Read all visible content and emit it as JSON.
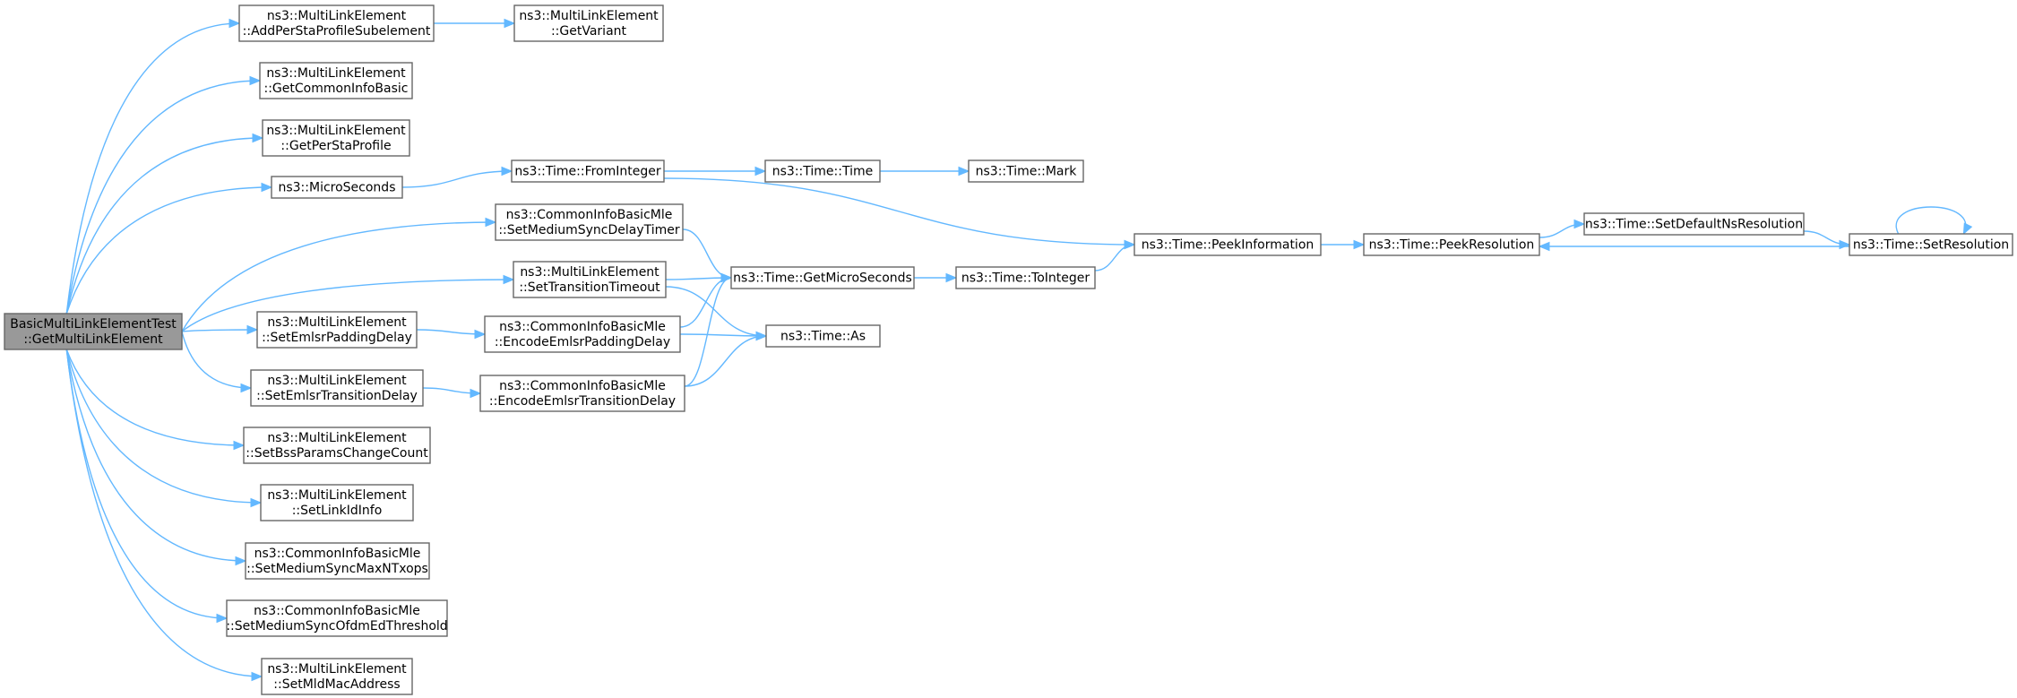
{
  "nodes": [
    {
      "id": "root",
      "lines": [
        "BasicMultiLinkElementTest",
        "::GetMultiLinkElement"
      ],
      "root": true
    },
    {
      "id": "addPerSta",
      "lines": [
        "ns3::MultiLinkElement",
        "::AddPerStaProfileSubelement"
      ]
    },
    {
      "id": "getVariant",
      "lines": [
        "ns3::MultiLinkElement",
        "::GetVariant"
      ]
    },
    {
      "id": "getCommon",
      "lines": [
        "ns3::MultiLinkElement",
        "::GetCommonInfoBasic"
      ]
    },
    {
      "id": "getPerSta",
      "lines": [
        "ns3::MultiLinkElement",
        "::GetPerStaProfile"
      ]
    },
    {
      "id": "micro",
      "lines": [
        "ns3::MicroSeconds"
      ]
    },
    {
      "id": "fromInt",
      "lines": [
        "ns3::Time::FromInteger"
      ]
    },
    {
      "id": "timeTime",
      "lines": [
        "ns3::Time::Time"
      ]
    },
    {
      "id": "mark",
      "lines": [
        "ns3::Time::Mark"
      ]
    },
    {
      "id": "setSyncDelay",
      "lines": [
        "ns3::CommonInfoBasicMle",
        "::SetMediumSyncDelayTimer"
      ]
    },
    {
      "id": "setTransTO",
      "lines": [
        "ns3::MultiLinkElement",
        "::SetTransitionTimeout"
      ]
    },
    {
      "id": "getMicro",
      "lines": [
        "ns3::Time::GetMicroSeconds"
      ]
    },
    {
      "id": "toInt",
      "lines": [
        "ns3::Time::ToInteger"
      ]
    },
    {
      "id": "peekInfo",
      "lines": [
        "ns3::Time::PeekInformation"
      ]
    },
    {
      "id": "peekRes",
      "lines": [
        "ns3::Time::PeekResolution"
      ]
    },
    {
      "id": "setDefRes",
      "lines": [
        "ns3::Time::SetDefaultNsResolution"
      ]
    },
    {
      "id": "setRes",
      "lines": [
        "ns3::Time::SetResolution"
      ]
    },
    {
      "id": "setPadding",
      "lines": [
        "ns3::MultiLinkElement",
        "::SetEmlsrPaddingDelay"
      ]
    },
    {
      "id": "encPadding",
      "lines": [
        "ns3::CommonInfoBasicMle",
        "::EncodeEmlsrPaddingDelay"
      ]
    },
    {
      "id": "timeAs",
      "lines": [
        "ns3::Time::As"
      ]
    },
    {
      "id": "setTransDelay",
      "lines": [
        "ns3::MultiLinkElement",
        "::SetEmlsrTransitionDelay"
      ]
    },
    {
      "id": "encTrans",
      "lines": [
        "ns3::CommonInfoBasicMle",
        "::EncodeEmlsrTransitionDelay"
      ]
    },
    {
      "id": "setBss",
      "lines": [
        "ns3::MultiLinkElement",
        "::SetBssParamsChangeCount"
      ]
    },
    {
      "id": "setLinkId",
      "lines": [
        "ns3::MultiLinkElement",
        "::SetLinkIdInfo"
      ]
    },
    {
      "id": "setMaxN",
      "lines": [
        "ns3::CommonInfoBasicMle",
        "::SetMediumSyncMaxNTxops"
      ]
    },
    {
      "id": "setOfdm",
      "lines": [
        "ns3::CommonInfoBasicMle",
        "::SetMediumSyncOfdmEdThreshold"
      ]
    },
    {
      "id": "setMld",
      "lines": [
        "ns3::MultiLinkElement",
        "::SetMldMacAddress"
      ]
    }
  ],
  "edges": [
    {
      "from": "root",
      "to": "addPerSta"
    },
    {
      "from": "root",
      "to": "getCommon"
    },
    {
      "from": "root",
      "to": "getPerSta"
    },
    {
      "from": "root",
      "to": "micro"
    },
    {
      "from": "root",
      "to": "setSyncDelay"
    },
    {
      "from": "root",
      "to": "setTransTO"
    },
    {
      "from": "root",
      "to": "setPadding"
    },
    {
      "from": "root",
      "to": "setTransDelay"
    },
    {
      "from": "root",
      "to": "setBss"
    },
    {
      "from": "root",
      "to": "setLinkId"
    },
    {
      "from": "root",
      "to": "setMaxN"
    },
    {
      "from": "root",
      "to": "setOfdm"
    },
    {
      "from": "root",
      "to": "setMld"
    },
    {
      "from": "addPerSta",
      "to": "getVariant"
    },
    {
      "from": "micro",
      "to": "fromInt"
    },
    {
      "from": "fromInt",
      "to": "timeTime"
    },
    {
      "from": "fromInt",
      "to": "peekInfo"
    },
    {
      "from": "timeTime",
      "to": "mark"
    },
    {
      "from": "setSyncDelay",
      "to": "getMicro"
    },
    {
      "from": "setTransTO",
      "to": "getMicro"
    },
    {
      "from": "setTransTO",
      "to": "timeAs"
    },
    {
      "from": "setPadding",
      "to": "encPadding"
    },
    {
      "from": "encPadding",
      "to": "getMicro"
    },
    {
      "from": "encPadding",
      "to": "timeAs"
    },
    {
      "from": "setTransDelay",
      "to": "encTrans"
    },
    {
      "from": "encTrans",
      "to": "getMicro"
    },
    {
      "from": "encTrans",
      "to": "timeAs"
    },
    {
      "from": "getMicro",
      "to": "toInt"
    },
    {
      "from": "toInt",
      "to": "peekInfo"
    },
    {
      "from": "peekInfo",
      "to": "peekRes"
    },
    {
      "from": "peekRes",
      "to": "setDefRes"
    },
    {
      "from": "setDefRes",
      "to": "setRes"
    },
    {
      "from": "setRes",
      "to": "peekRes"
    },
    {
      "from": "setRes",
      "to": "setRes"
    }
  ],
  "colors": {
    "edge": "#63b8ff",
    "node_border": "#666666",
    "root_fill": "#999999"
  }
}
